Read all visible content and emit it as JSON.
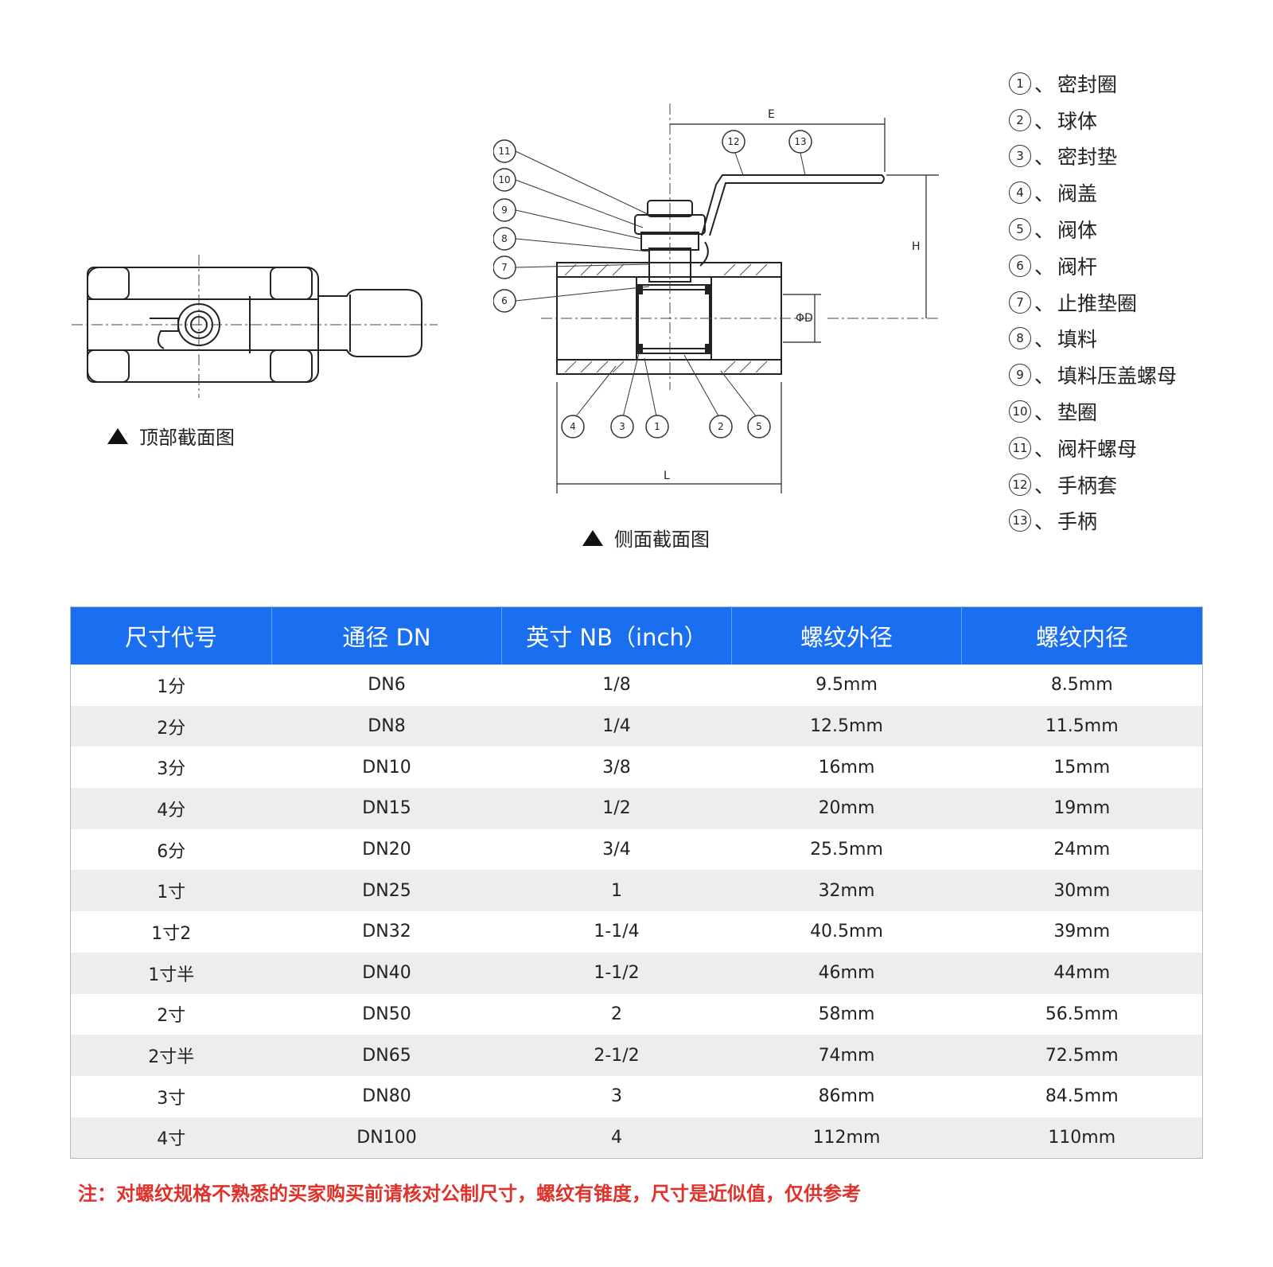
{
  "diagram": {
    "top_caption": "顶部截面图",
    "side_caption": "侧面截面图",
    "dim_labels": {
      "E": "E",
      "H": "H",
      "D": "ΦD",
      "L": "L"
    },
    "callouts": [
      "1",
      "2",
      "3",
      "4",
      "5",
      "6",
      "7",
      "8",
      "9",
      "10",
      "11",
      "12",
      "13"
    ]
  },
  "legend": [
    {
      "num": "1",
      "label": "密封圈"
    },
    {
      "num": "2",
      "label": "球体"
    },
    {
      "num": "3",
      "label": "密封垫"
    },
    {
      "num": "4",
      "label": "阀盖"
    },
    {
      "num": "5",
      "label": "阀体"
    },
    {
      "num": "6",
      "label": "阀杆"
    },
    {
      "num": "7",
      "label": "止推垫圈"
    },
    {
      "num": "8",
      "label": "填料"
    },
    {
      "num": "9",
      "label": "填料压盖螺母"
    },
    {
      "num": "10",
      "label": "垫圈"
    },
    {
      "num": "11",
      "label": "阀杆螺母"
    },
    {
      "num": "12",
      "label": "手柄套"
    },
    {
      "num": "13",
      "label": "手柄"
    }
  ],
  "legend_separator": "、",
  "table": {
    "headers": [
      "尺寸代号",
      "通径 DN",
      "英寸 NB（inch）",
      "螺纹外径",
      "螺纹内径"
    ],
    "rows": [
      [
        "1分",
        "DN6",
        "1/8",
        "9.5mm",
        "8.5mm"
      ],
      [
        "2分",
        "DN8",
        "1/4",
        "12.5mm",
        "11.5mm"
      ],
      [
        "3分",
        "DN10",
        "3/8",
        "16mm",
        "15mm"
      ],
      [
        "4分",
        "DN15",
        "1/2",
        "20mm",
        "19mm"
      ],
      [
        "6分",
        "DN20",
        "3/4",
        "25.5mm",
        "24mm"
      ],
      [
        "1寸",
        "DN25",
        "1",
        "32mm",
        "30mm"
      ],
      [
        "1寸2",
        "DN32",
        "1-1/4",
        "40.5mm",
        "39mm"
      ],
      [
        "1寸半",
        "DN40",
        "1-1/2",
        "46mm",
        "44mm"
      ],
      [
        "2寸",
        "DN50",
        "2",
        "58mm",
        "56.5mm"
      ],
      [
        "2寸半",
        "DN65",
        "2-1/2",
        "74mm",
        "72.5mm"
      ],
      [
        "3寸",
        "DN80",
        "3",
        "86mm",
        "84.5mm"
      ],
      [
        "4寸",
        "DN100",
        "4",
        "112mm",
        "110mm"
      ]
    ]
  },
  "note": "注：对螺纹规格不熟悉的买家购买前请核对公制尺寸，螺纹有锥度，尺寸是近似值，仅供参考",
  "colors": {
    "header_bg": "#1a6ff0",
    "stripe": "#ededed",
    "note": "#e0312b"
  }
}
